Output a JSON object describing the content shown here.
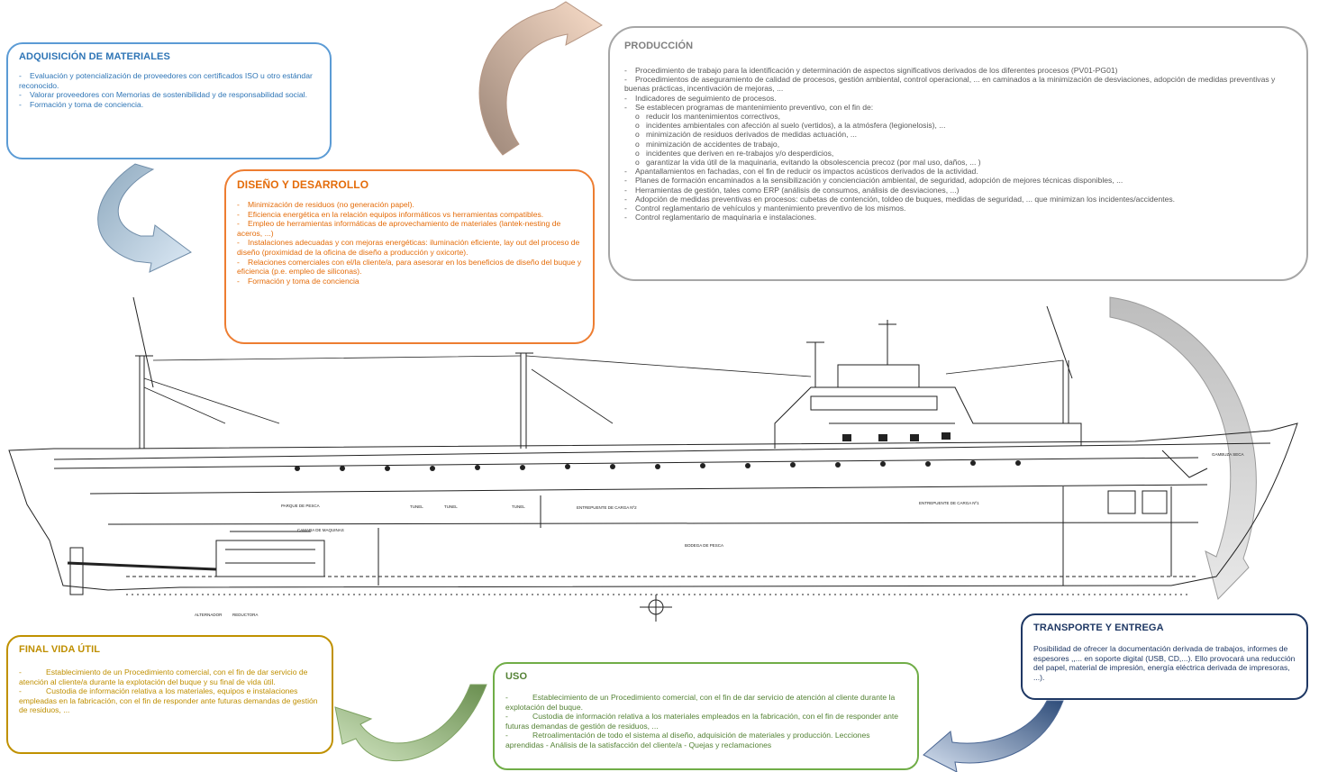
{
  "adquisicion": {
    "title": "ADQUISICIÓN DE MATERIALES",
    "items": [
      "Evaluación y potencialización de proveedores con certificados ISO u otro estándar reconocido.",
      "Valorar proveedores con Memorias de sostenibilidad y de responsabilidad social.",
      "Formación y toma de conciencia."
    ]
  },
  "diseno": {
    "title": "DISEÑO Y DESARROLLO",
    "items": [
      "Minimización de residuos (no generación papel).",
      "Eficiencia energética en la relación equipos  informáticos vs herramientas compatibles.",
      "Empleo de herramientas informáticas de aprovechamiento de materiales (lantek-nesting de aceros, ...)",
      "Instalaciones adecuadas y con mejoras energéticas: iluminación eficiente, lay out del proceso de diseño (proximidad de la oficina de diseño a producción y oxicorte).",
      "Relaciones comerciales con el/la cliente/a, para asesorar en los beneficios de diseño del buque y eficiencia (p.e. empleo de siliconas).",
      "Formación y toma de conciencia"
    ]
  },
  "produccion": {
    "title": "PRODUCCIÓN",
    "items": [
      {
        "sub": false,
        "text": "Procedimiento de trabajo para la identificación y determinación de aspectos significativos derivados de los diferentes procesos (PV01-PG01)"
      },
      {
        "sub": false,
        "text": "Procedimientos de aseguramiento de calidad de procesos, gestión ambiental, control operacional, ... en caminados a la minimización de desviaciones, adopción de medidas preventivas y buenas prácticas, incentivación de mejoras, ..."
      },
      {
        "sub": false,
        "text": "Indicadores de seguimiento de procesos."
      },
      {
        "sub": false,
        "text": "Se establecen programas de mantenimiento preventivo, con el fin de:"
      },
      {
        "sub": true,
        "text": "reducir los mantenimientos correctivos,"
      },
      {
        "sub": true,
        "text": "incidentes ambientales con afección al suelo (vertidos), a la atmósfera (legionelosis), ..."
      },
      {
        "sub": true,
        "text": "minimización de residuos derivados de medidas actuación, ..."
      },
      {
        "sub": true,
        "text": "minimización de accidentes de trabajo,"
      },
      {
        "sub": true,
        "text": "incidentes que deriven en re-trabajos y/o desperdicios,"
      },
      {
        "sub": true,
        "text": "garantizar la vida útil de la maquinaria, evitando la obsolescencia precoz (por mal uso, daños, ... )"
      },
      {
        "sub": false,
        "text": "Apantallamientos en fachadas, con el fin de reducir os impactos acústicos derivados de la actividad."
      },
      {
        "sub": false,
        "text": "Planes de formación encaminados a la sensibilización y concienciación ambiental, de seguridad, adopción de mejores técnicas disponibles, ..."
      },
      {
        "sub": false,
        "text": "Herramientas de gestión, tales como ERP (análisis de consumos, análisis de desviaciones, ...)"
      },
      {
        "sub": false,
        "text": "Adopción de medidas preventivas en procesos: cubetas de contención, toldeo de buques, medidas de seguridad, ... que minimizan los incidentes/accidentes."
      },
      {
        "sub": false,
        "text": "Control reglamentario de vehículos y mantenimiento preventivo de los mismos."
      },
      {
        "sub": false,
        "text": "Control reglamentario de maquinaria e instalaciones."
      }
    ]
  },
  "transporte": {
    "title": "TRANSPORTE Y ENTREGA",
    "text": "Posibilidad de ofrecer la documentación derivada de trabajos, informes de espesores ,,... en soporte digital (USB, CD,...). Ello provocará una reducción del papel, material de impresión, energía eléctrica derivada de impresoras, ...)."
  },
  "uso": {
    "title": "USO",
    "items": [
      "Establecimiento de un Procedimiento comercial, con el fin de dar servicio de atención al cliente durante la explotación del buque.",
      "Custodia de información relativa a los materiales empleados en la fabricación, con el fin de responder ante futuras demandas de gestión de residuos, ...",
      "Retroalimentación de todo el sistema al diseño, adquisición de materiales y producción. Lecciones aprendidas - Análisis de la satisfacción del cliente/a - Quejas y reclamaciones"
    ]
  },
  "final": {
    "title": "FINAL VIDA ÚTIL",
    "items": [
      "Establecimiento de un Procedimiento comercial, con el fin de dar servicio de atención al cliente/a durante la explotación del buque y su final de vida útil.",
      "Custodia de información relativa a los materiales, equipos e instalaciones empleadas en la fabricación, con el fin de responder ante futuras demandas de gestión de residuos, ..."
    ]
  },
  "ship_labels": {
    "parque": "PARQUE DE PESCA",
    "tunel1": "TUNEL",
    "tunel2": "TUNEL",
    "tunel3": "TUNEL",
    "entrepuente2": "ENTREPUENTE DE CARGA Nº2",
    "entrepuente1": "ENTREPUENTE DE CARGA Nº1",
    "camara": "CAMARA DE MAQUINAS",
    "bodega": "BODEGA DE PESCA",
    "gambuza": "GAMBUZA SECA",
    "alternador": "ALTERNADOR",
    "reductora": "REDUCTORA"
  },
  "colors": {
    "adquisicion": "#5b9bd5",
    "diseno": "#ed7d31",
    "produccion": "#a6a6a6",
    "transporte": "#1f3864",
    "uso": "#70ad47",
    "final": "#c09100"
  }
}
